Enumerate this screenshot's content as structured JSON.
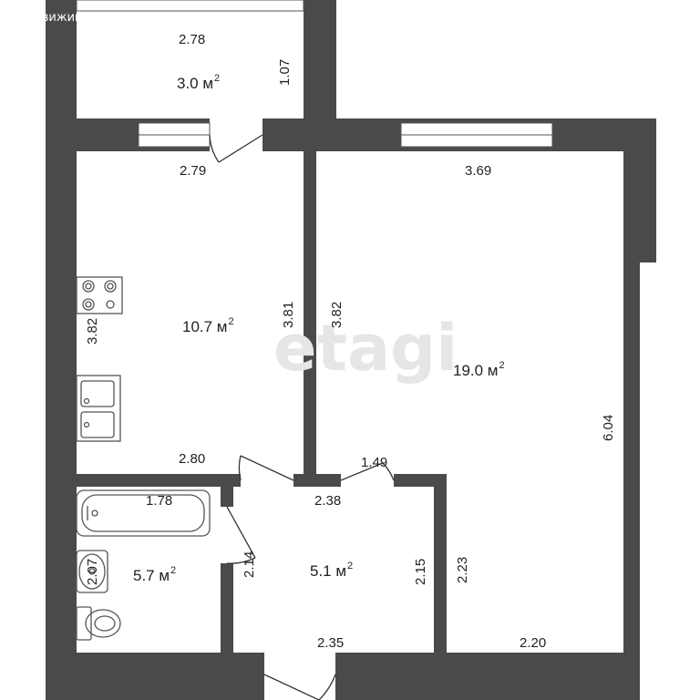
{
  "watermark": {
    "text": "Недвижимость",
    "logo_icon": "company-logo-icon"
  },
  "center_watermark": {
    "text": "etagi"
  },
  "rooms": {
    "balcony": {
      "area": "3.0 м",
      "sup": "2",
      "dim_width": "2.78",
      "dim_height": "1.07"
    },
    "kitchen": {
      "area": "10.7 м",
      "sup": "2",
      "dim_top": "2.79",
      "dim_right": "3.81",
      "dim_left": "3.82",
      "dim_bottom": "2.80"
    },
    "living": {
      "area": "19.0 м",
      "sup": "2",
      "dim_top": "3.69",
      "dim_left": "3.82",
      "dim_right": "6.04",
      "dim_bottom": "2.20",
      "dim_lower_left": "2.23",
      "dim_notch": "1.49"
    },
    "bathroom": {
      "area": "5.7 м",
      "sup": "2",
      "dim_top": "1.78",
      "dim_left": "2.07",
      "dim_right": "2.14"
    },
    "hallway": {
      "area": "5.1 м",
      "sup": "2",
      "dim_top": "2.38",
      "dim_right": "2.15",
      "dim_bottom": "2.35"
    }
  },
  "colors": {
    "wall": "#4a4a4c",
    "fixture_stroke": "#555555",
    "window": "#ffffff"
  }
}
